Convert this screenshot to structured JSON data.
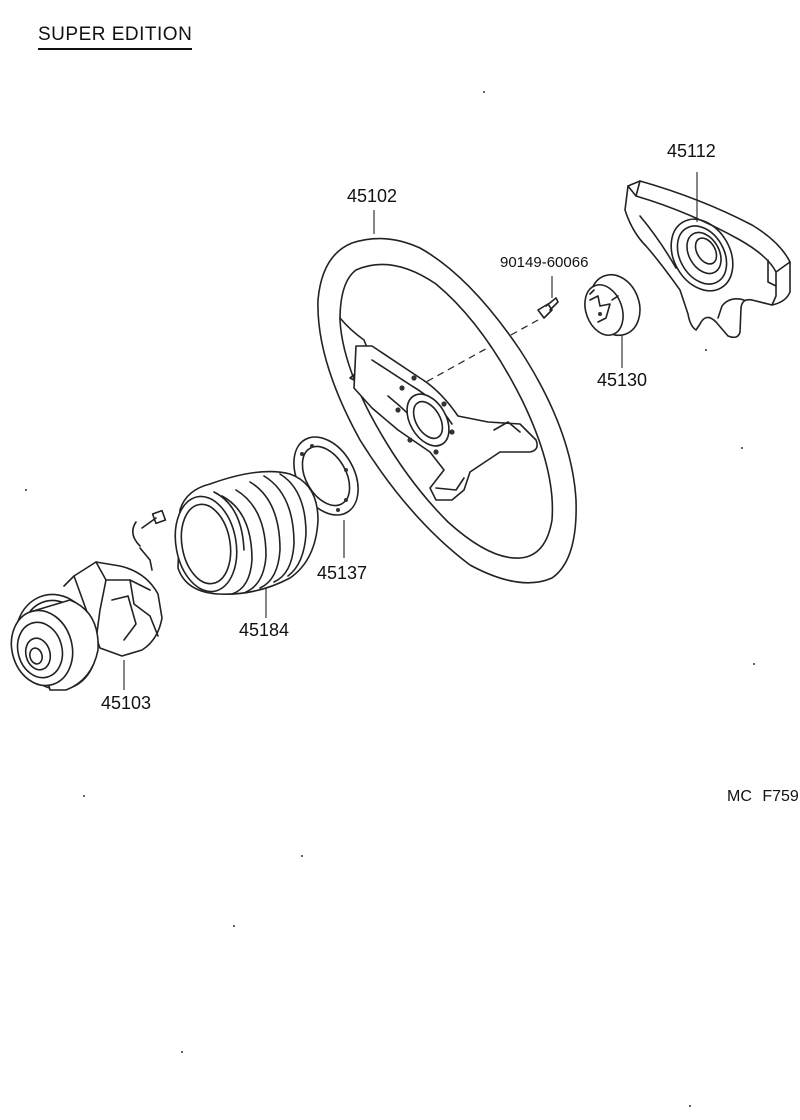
{
  "title": "SUPER EDITION",
  "reference_code": "MC  F759",
  "parts": {
    "pad": "45112",
    "wheel": "45102",
    "screw": "90149-60066",
    "cover": "45130",
    "plate": "45137",
    "boot": "45184",
    "hub": "45103"
  },
  "colors": {
    "ink": "#222222",
    "paper": "#ffffff"
  }
}
